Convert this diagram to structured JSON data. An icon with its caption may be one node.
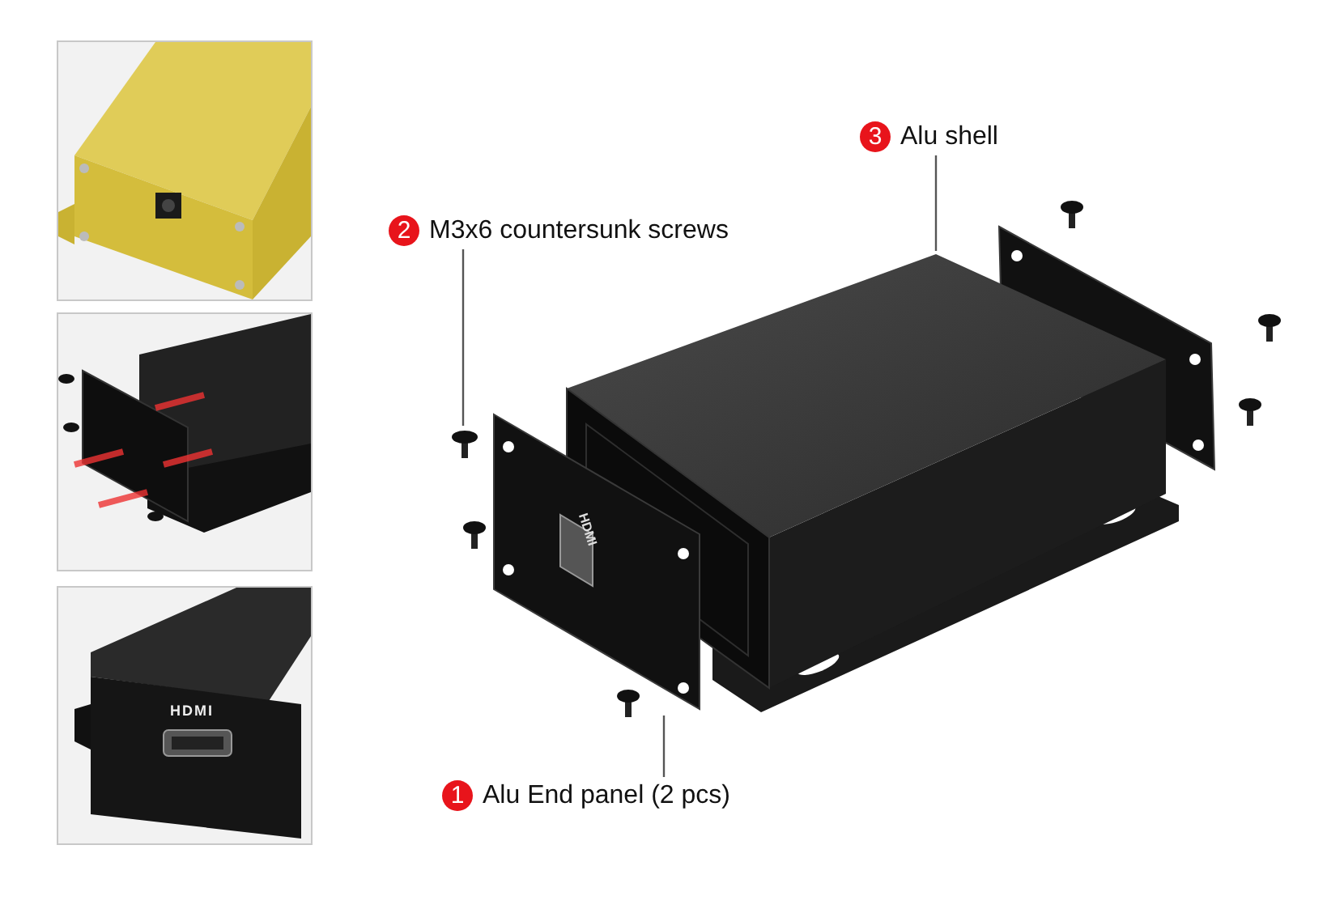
{
  "diagram": {
    "nodes": [
      {
        "text": [
          "3",
          "Alu shell"
        ]
      },
      {
        "text": [
          "2",
          "M3x6 countersunk screws"
        ]
      },
      {
        "text": [
          "1",
          "Alu End panel (2 pcs)"
        ]
      },
      {
        "text": [],
        "shape": "picture"
      },
      {
        "text": [],
        "shape": "picture"
      },
      {
        "text": [],
        "shape": "picture"
      }
    ],
    "edges": [
      {
        "from": 0,
        "to": 3,
        "arrow": "none"
      },
      {
        "from": 1,
        "to": 4,
        "arrow": "none"
      },
      {
        "from": 2,
        "to": 5,
        "arrow": "none"
      }
    ],
    "labels": [
      "HDMI",
      "HDMI"
    ]
  }
}
